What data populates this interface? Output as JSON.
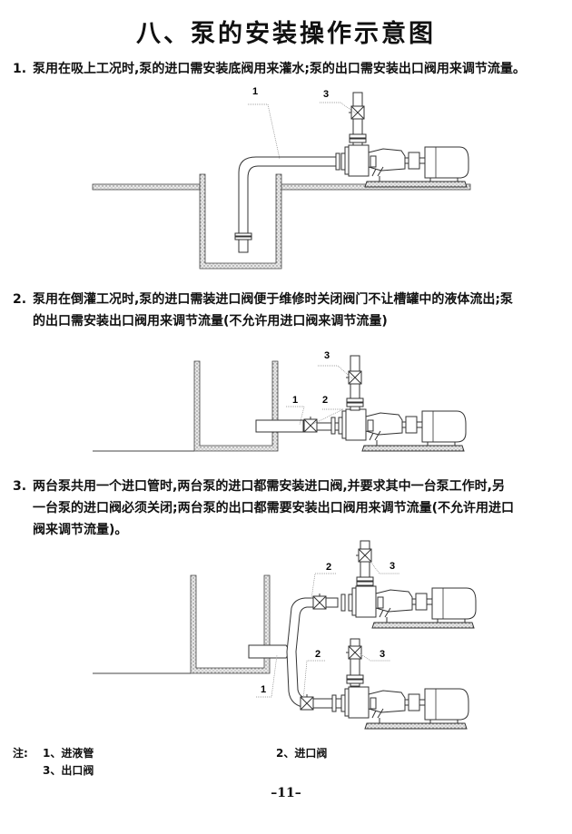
{
  "title": "八、泵的安装操作示意图",
  "sections": [
    {
      "number": "1.",
      "lines": [
        "泵用在吸上工况时,泵的进口需安装底阀用来灌水;泵的出口需安装出口阀用来调节流量。"
      ]
    },
    {
      "number": "2.",
      "lines": [
        "泵用在倒灌工况时,泵的进口需装进口阀便于维修时关闭阀门不让槽罐中的液体流出;泵",
        "的出口需安装出口阀用来调节流量(不允许用进口阀来调节流量)"
      ]
    },
    {
      "number": "3.",
      "lines": [
        "两台泵共用一个进口管时,两台泵的进口都需安装进口阀,并要求其中一台泵工作时,另",
        "一台泵的进口阀必须关闭;两台泵的出口都需要安装出口阀用来调节流量(不允许用进口",
        "阀来调节流量)。"
      ]
    }
  ],
  "diagram_labels": {
    "d1": [
      "1",
      "3"
    ],
    "d2": [
      "3",
      "1",
      "2"
    ],
    "d3": [
      "2",
      "3",
      "2",
      "3",
      "1"
    ]
  },
  "notes": {
    "prefix": "注:",
    "items": [
      "1、进液管",
      "2、进口阀",
      "3、出口阀"
    ]
  },
  "page_number": "–11–"
}
